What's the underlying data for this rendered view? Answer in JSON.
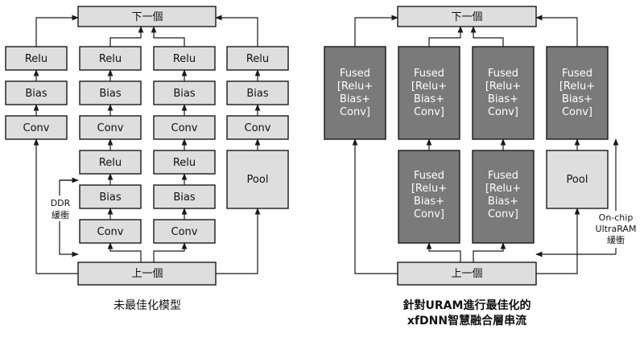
{
  "left": {
    "top_box": "下一個",
    "bottom_box": "上一個",
    "relu": "Relu",
    "bias": "Bias",
    "conv": "Conv",
    "pool": "Pool",
    "ddr_label": "DDR",
    "buffer_label": "緩衝",
    "caption": "未最佳化模型"
  },
  "right": {
    "top_box": "下一個",
    "bottom_box": "上一個",
    "fused_line1": "Fused",
    "fused_line2": "[Relu+",
    "fused_line3": "Bias+",
    "fused_line4": "Conv]",
    "pool": "Pool",
    "onchip_line1": "On-chip",
    "onchip_line2": "UltraRAM",
    "onchip_line3": "緩衝",
    "caption_line1": "針對URAM進行最佳化的",
    "caption_line2": "xfDNN智慧融合層串流"
  }
}
